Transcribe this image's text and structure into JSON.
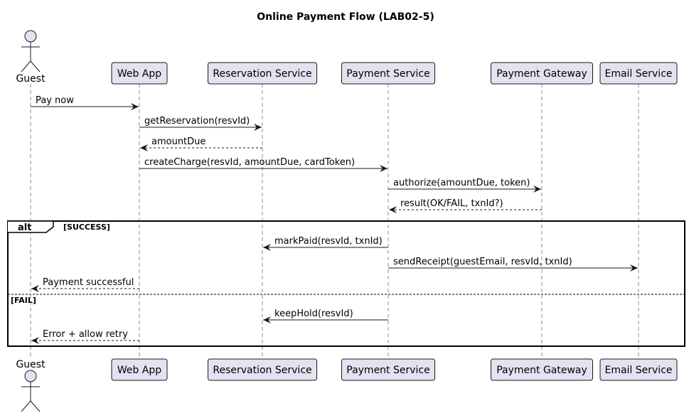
{
  "title": "Online Payment Flow (LAB02-5)",
  "colors": {
    "participant_fill": "#e2e2f0",
    "participant_stroke": "#181818",
    "lifeline": "#888888",
    "arrow": "#181818",
    "background": "#ffffff"
  },
  "participants": [
    {
      "id": "guest",
      "name": "Guest",
      "kind": "actor"
    },
    {
      "id": "webapp",
      "name": "Web App",
      "kind": "box"
    },
    {
      "id": "reservation",
      "name": "Reservation Service",
      "kind": "box"
    },
    {
      "id": "payment",
      "name": "Payment Service",
      "kind": "box"
    },
    {
      "id": "gateway",
      "name": "Payment Gateway",
      "kind": "box"
    },
    {
      "id": "email",
      "name": "Email Service",
      "kind": "box"
    }
  ],
  "messages": [
    {
      "from": "guest",
      "to": "webapp",
      "label": "Pay now",
      "style": "solid"
    },
    {
      "from": "webapp",
      "to": "reservation",
      "label": "getReservation(resvId)",
      "style": "solid"
    },
    {
      "from": "reservation",
      "to": "webapp",
      "label": "amountDue",
      "style": "dashed"
    },
    {
      "from": "webapp",
      "to": "payment",
      "label": "createCharge(resvId, amountDue, cardToken)",
      "style": "solid"
    },
    {
      "from": "payment",
      "to": "gateway",
      "label": "authorize(amountDue, token)",
      "style": "solid"
    },
    {
      "from": "gateway",
      "to": "payment",
      "label": "result(OK/FAIL, txnId?)",
      "style": "dashed"
    },
    {
      "from": "payment",
      "to": "reservation",
      "label": "markPaid(resvId, txnId)",
      "style": "solid"
    },
    {
      "from": "payment",
      "to": "email",
      "label": "sendReceipt(guestEmail, resvId, txnId)",
      "style": "solid"
    },
    {
      "from": "webapp",
      "to": "guest",
      "label": "Payment successful",
      "style": "dashed"
    },
    {
      "from": "payment",
      "to": "reservation",
      "label": "keepHold(resvId)",
      "style": "solid"
    },
    {
      "from": "webapp",
      "to": "guest",
      "label": "Error + allow retry",
      "style": "dashed"
    }
  ],
  "alt_frame": {
    "keyword": "alt",
    "guard_success": "[SUCCESS]",
    "guard_fail": "[FAIL]"
  }
}
